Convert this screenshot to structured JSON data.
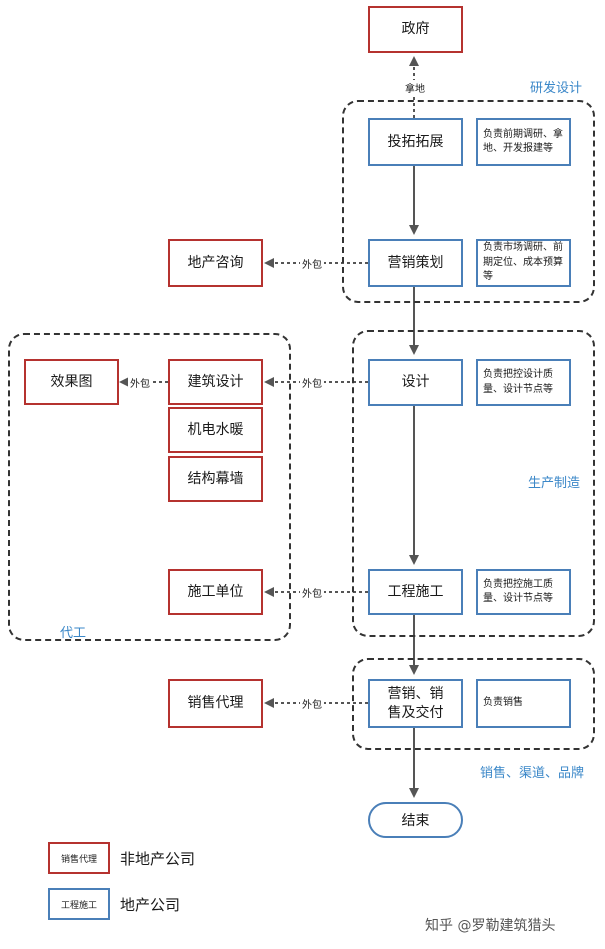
{
  "nodes": {
    "government": "政府",
    "investment": "投拓拓展",
    "marketing_plan": "营销策划",
    "design": "设计",
    "construction": "工程施工",
    "sales_delivery": "营销、销售及交付",
    "end": "结束",
    "consulting": "地产咨询",
    "render": "效果图",
    "arch_design": "建筑设计",
    "mep": "机电水暖",
    "curtain_wall": "结构幕墙",
    "contractor": "施工单位",
    "sales_agent": "销售代理"
  },
  "notes": {
    "investment": "负责前期调研、拿地、开发报建等",
    "marketing_plan": "负责市场调研、前期定位、成本预算等",
    "design": "负责把控设计质量、设计节点等",
    "construction": "负责把控施工质量、设计节点等",
    "sales_delivery": "负责销售"
  },
  "edges": {
    "land": "拿地",
    "outsource": "外包"
  },
  "groups": {
    "rd": "研发设计",
    "production": "生产制造",
    "sales": "销售、渠道、品牌",
    "oem": "代工"
  },
  "legend": {
    "red_sample": "销售代理",
    "red_text": "非地产公司",
    "blue_sample": "工程施工",
    "blue_text": "地产公司"
  },
  "colors": {
    "company": "#4a7fb8",
    "non_company": "#b5322f",
    "group_label": "#3a87c8"
  },
  "watermark": "知乎 @罗勒建筑猎头"
}
